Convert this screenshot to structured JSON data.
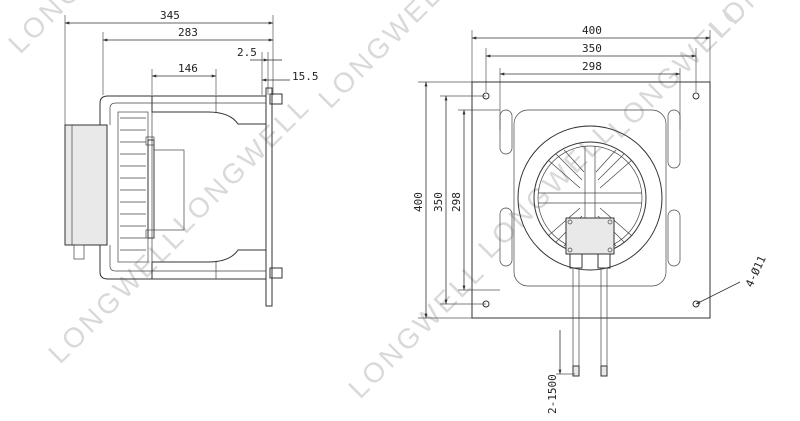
{
  "watermark": "LONGWELL",
  "side_view": {
    "dimensions": {
      "overall_length": "345",
      "body_length": "283",
      "plate_thickness": "2.5",
      "impeller_depth": "146",
      "offset": "15.5"
    }
  },
  "front_view": {
    "dimensions": {
      "plate_width": "400",
      "hole_spacing_x": "350",
      "inner_spacing_x": "298",
      "plate_height": "400",
      "hole_spacing_y": "350",
      "inner_spacing_y": "298",
      "mounting_holes": "4-Ø11",
      "cable_spec": "2-1500"
    }
  }
}
